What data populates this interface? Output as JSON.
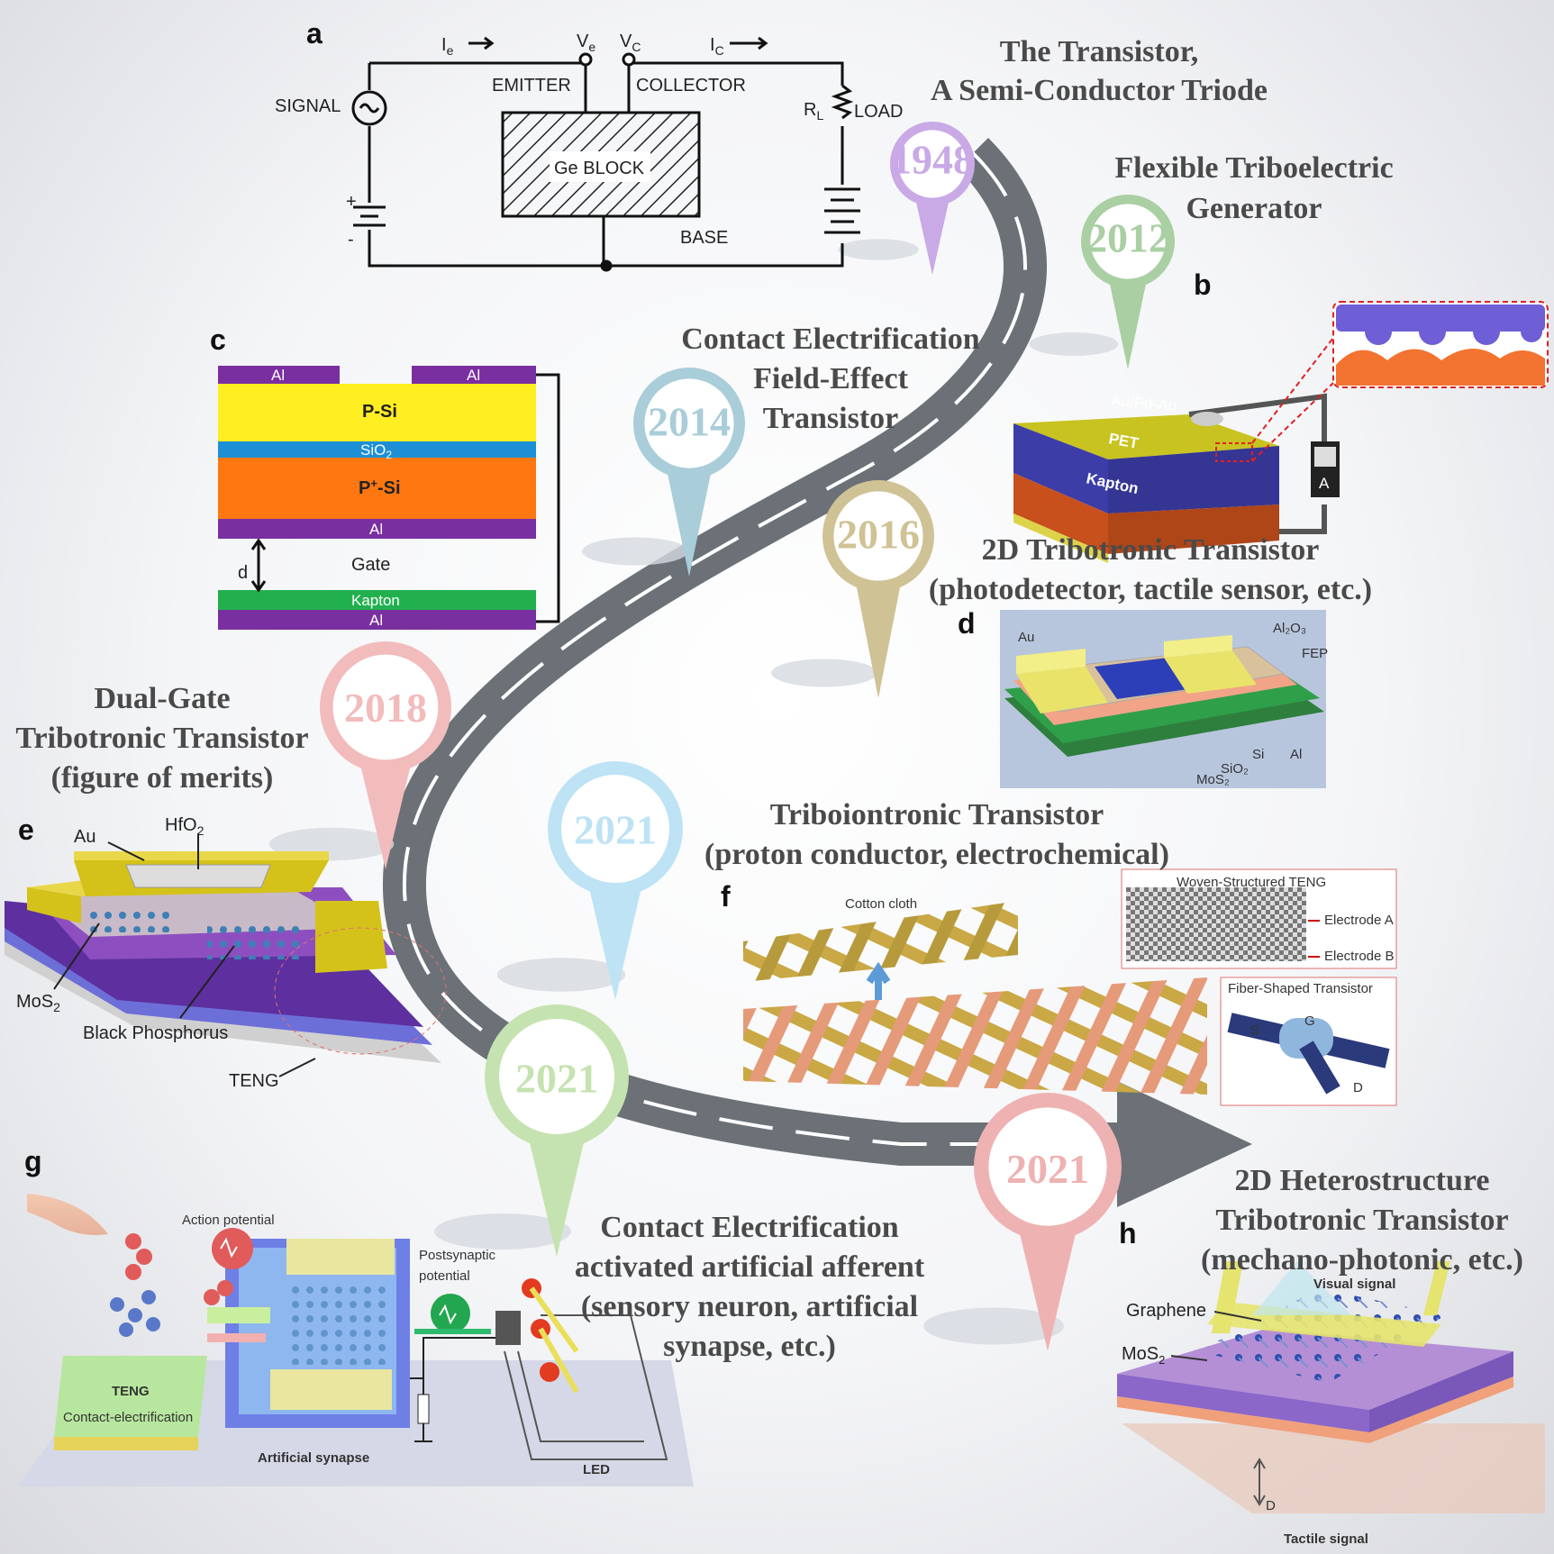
{
  "panel_labels": {
    "a": "a",
    "b": "b",
    "c": "c",
    "d": "d",
    "e": "e",
    "f": "f",
    "g": "g",
    "h": "h"
  },
  "milestones": [
    {
      "year": "1948",
      "title_lines": [
        "The Transistor,",
        "A Semi-Conductor Triode"
      ],
      "color": "#c9a9e6"
    },
    {
      "year": "2012",
      "title_lines": [
        "Flexible Triboelectric",
        "Generator"
      ],
      "color": "#a9cfa3"
    },
    {
      "year": "2014",
      "title_lines": [
        "Contact Electrification",
        "Field-Effect",
        "Transistor"
      ],
      "color": "#a9cdd9"
    },
    {
      "year": "2016",
      "title_lines": [
        "2D Tribotronic Transistor",
        "(photodetector, tactile sensor, etc.)"
      ],
      "color": "#cfc295"
    },
    {
      "year": "2018",
      "title_lines": [
        "Dual-Gate",
        "Tribotronic Transistor",
        "(figure of merits)"
      ],
      "color": "#f2bcbc"
    },
    {
      "year": "2021",
      "title_lines": [
        "Triboiontronic Transistor",
        "(proton conductor, electrochemical)"
      ],
      "color": "#bde3f5"
    },
    {
      "year": "2021",
      "title_lines": [
        "Contact Electrification",
        "activated artificial afferent",
        "(sensory neuron, artificial",
        "synapse, etc.)"
      ],
      "color": "#c5e3b0"
    },
    {
      "year": "2021",
      "title_lines": [
        "2D Heterostructure",
        "Tribotronic Transistor",
        "(mechano-photonic, etc.)"
      ],
      "color": "#efb2b2"
    }
  ],
  "panel_a": {
    "signal": "SIGNAL",
    "emitter": "EMITTER",
    "collector": "COLLECTOR",
    "load": "LOAD",
    "base": "BASE",
    "block": "Ge BLOCK",
    "ie": "I",
    "ie_sub": "e",
    "ve": "V",
    "ve_sub": "e",
    "vc": "V",
    "vc_sub": "C",
    "ic": "I",
    "ic_sub": "C",
    "rl": "R",
    "rl_sub": "L",
    "plus": "+",
    "minus": "-"
  },
  "panel_b": {
    "layer_top": "Au/Pd-Au",
    "layer_mid": "PET",
    "layer_bot": "Kapton",
    "meter": "A"
  },
  "panel_c": {
    "al": "Al",
    "psi": "P-Si",
    "sio2": "SiO",
    "sio2_sub": "2",
    "ppsi": "P",
    "ppsi_sup": "+",
    "ppsi_rest": "-Si",
    "gate": "Gate",
    "d": "d",
    "kapton": "Kapton"
  },
  "panel_d": {
    "au": "Au",
    "al2o3": "Al₂O₃",
    "fep": "FEP",
    "si": "Si",
    "sio2": "SiO₂",
    "al": "Al",
    "mos2": "MoS₂"
  },
  "panel_e": {
    "au": "Au",
    "hfo2": "HfO",
    "hfo2_sub": "2",
    "mos2": "MoS",
    "mos2_sub": "2",
    "bp": "Black Phosphorus",
    "teng": "TENG"
  },
  "panel_f": {
    "cotton": "Cotton cloth",
    "woven": "Woven-Structured TENG",
    "ea": "Electrode A",
    "eb": "Electrode B",
    "fiber": "Fiber-Shaped Transistor",
    "s": "S",
    "g": "G",
    "d": "D"
  },
  "panel_g": {
    "action": "Action potential",
    "post1": "Postsynaptic",
    "post2": "potential",
    "teng": "TENG",
    "ce": "Contact-electrification",
    "syn": "Artificial synapse",
    "led": "LED"
  },
  "panel_h": {
    "visual": "Visual signal",
    "graphene": "Graphene",
    "mos2": "MoS",
    "mos2_sub": "2",
    "d": "D",
    "tactile": "Tactile signal"
  },
  "colors": {
    "road": "#6b7177",
    "road_line": "#ffffff",
    "al": "#7a2fa0",
    "psi": "#ffee22",
    "sio2": "#1d8fd6",
    "ppsi": "#ff7711",
    "kapton": "#22b04f"
  }
}
